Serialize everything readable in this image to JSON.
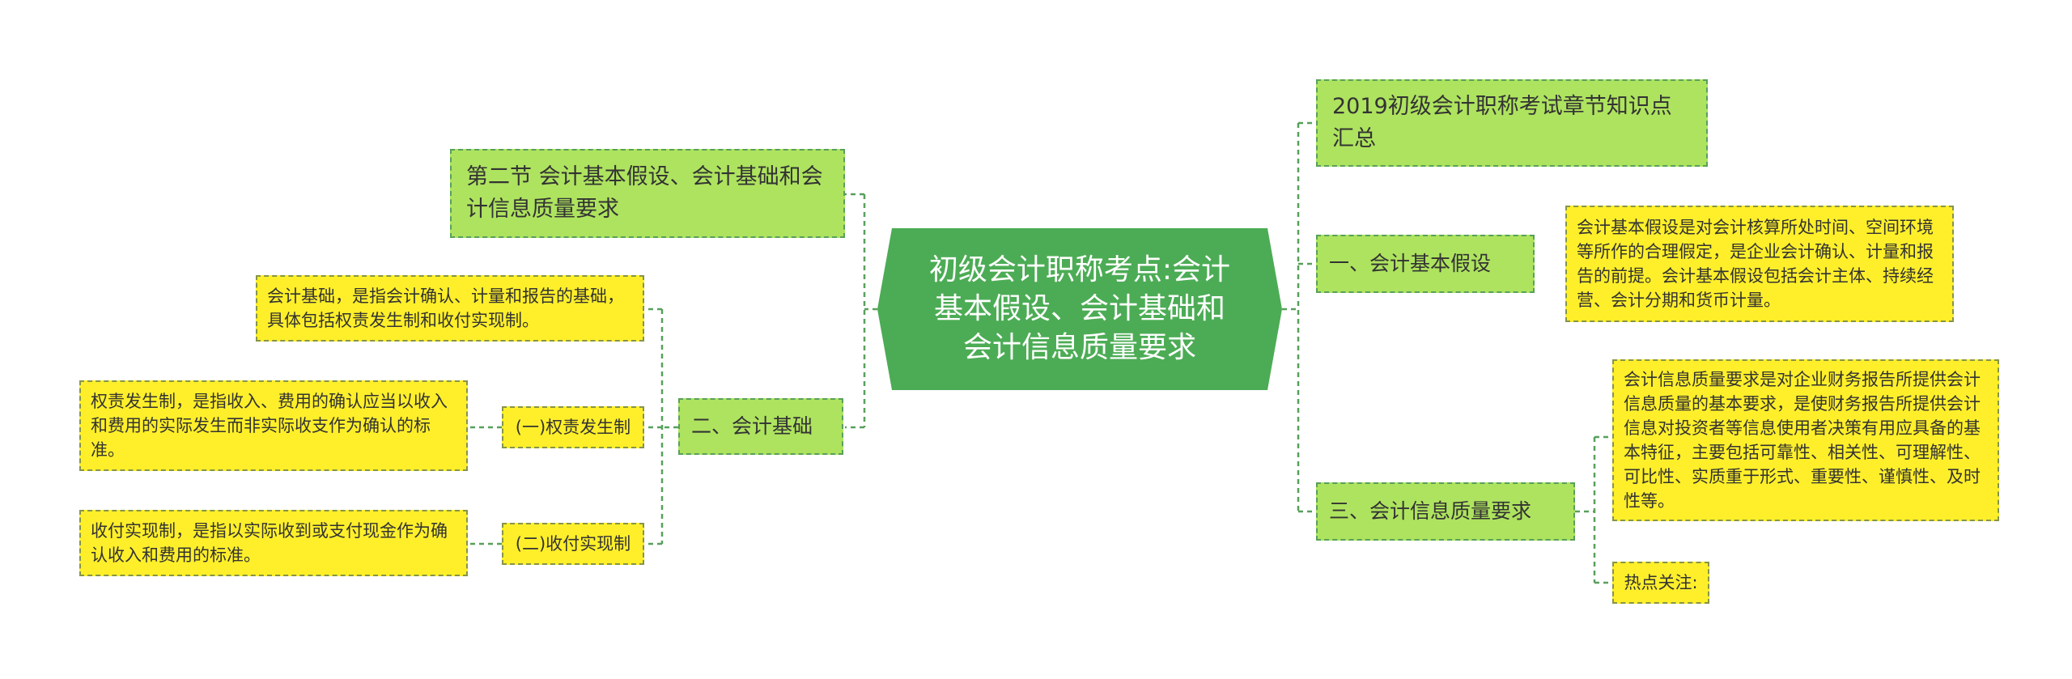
{
  "root": {
    "text": "初级会计职称考点:会计基本假设、会计基础和会计信息质量要求"
  },
  "left": {
    "section_title": "第二节 会计基本假设、会计基础和会计信息质量要求",
    "basis": {
      "title": "二、会计基础",
      "definition": "会计基础，是指会计确认、计量和报告的基础，具体包括权责发生制和收付实现制。",
      "accrual": {
        "label": "(一)权责发生制",
        "note": "权责发生制，是指收入、费用的确认应当以收入和费用的实际发生而非实际收支作为确认的标准。"
      },
      "cash": {
        "label": "(二)收付实现制",
        "note": "收付实现制，是指以实际收到或支付现金作为确认收入和费用的标准。"
      }
    }
  },
  "right": {
    "summary": "2019初级会计职称考试章节知识点汇总",
    "assumptions": {
      "title": "一、会计基本假设",
      "note": "会计基本假设是对会计核算所处时间、空间环境等所作的合理假定，是企业会计确认、计量和报告的前提。会计基本假设包括会计主体、持续经营、会计分期和货币计量。"
    },
    "quality": {
      "title": "三、会计信息质量要求",
      "note": "会计信息质量要求是对企业财务报告所提供会计信息质量的基本要求，是使财务报告所提供会计信息对投资者等信息使用者决策有用应具备的基本特征，主要包括可靠性、相关性、可理解性、可比性、实质重于形式、重要性、谨慎性、及时性等。",
      "hot": "热点关注:"
    }
  },
  "colors": {
    "root_fill": "#4cac55",
    "branch_fill": "#aee35f",
    "leaf_fill": "#ffef2a",
    "connector": "#58a05c"
  }
}
